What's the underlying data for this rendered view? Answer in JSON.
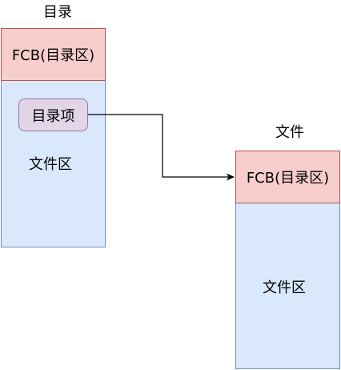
{
  "directory": {
    "caption": "目录",
    "fcb_label": "FCB(目录区)",
    "file_area_label": "文件区",
    "entry_label": "目录项"
  },
  "file": {
    "caption": "文件",
    "fcb_label": "FCB(目录区)",
    "file_area_label": "文件区"
  },
  "colors": {
    "fcb_fill": "#f8cecc",
    "fcb_stroke": "#b85450",
    "area_fill": "#dae8fc",
    "area_stroke": "#6c8ebf",
    "entry_fill": "#e1d5e7",
    "entry_stroke": "#9673a6",
    "connector": "#000000"
  }
}
